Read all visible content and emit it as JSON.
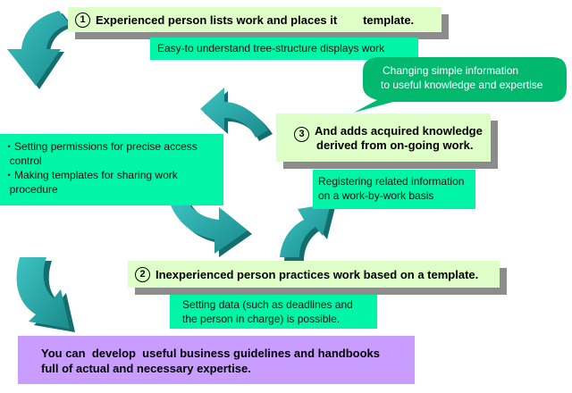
{
  "step1": {
    "number": "1",
    "title": "Experienced person lists work and places it        template."
  },
  "step1_note": "Easy-to understand tree-structure  displays work",
  "callout": {
    "line1": "Changing simple information",
    "line2": "to useful knowledge and expertise"
  },
  "step3": {
    "number": "3",
    "line1": "And adds acquired knowledge",
    "line2": "derived from on-going work."
  },
  "left_note": {
    "line1": "・Setting permissions for precise access",
    "line2": "  control",
    "line3": "・Making templates for sharing work",
    "line4": "  procedure"
  },
  "step3_note": {
    "line1": "Registering related information",
    "line2": "on a work-by-work basis"
  },
  "step2": {
    "number": "2",
    "title": "Inexperienced person practices work based on a template."
  },
  "step2_note": {
    "line1": "Setting data (such as deadlines and",
    "line2": "the person in charge) is possible."
  },
  "result": {
    "line1": "You can  develop  useful business guidelines and handbooks",
    "line2": "full of actual and necessary expertise."
  },
  "colors": {
    "arrow": "#2aa8a8",
    "arrow_dark": "#146e70",
    "light_box": "#dfffc8",
    "green_box": "#00f5a6",
    "purple_box": "#c99cff",
    "shadow": "#8c8c8c"
  }
}
